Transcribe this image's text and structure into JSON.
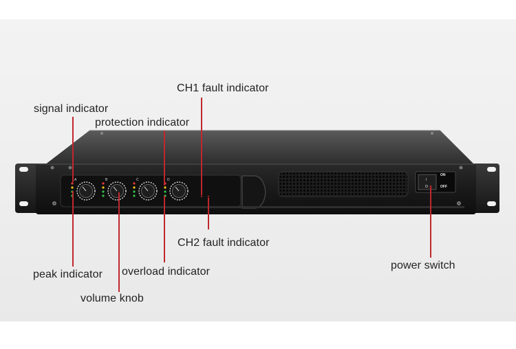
{
  "callouts": {
    "signal_indicator": "signal indicator",
    "protection_indicator": "protection indicator",
    "ch1_fault_indicator": "CH1 fault indicator",
    "ch2_fault_indicator": "CH2 fault indicator",
    "peak_indicator": "peak indicator",
    "overload_indicator": "overload indicator",
    "volume_knob": "volume knob",
    "power_switch": "power switch"
  },
  "panel": {
    "channels": [
      "A",
      "B",
      "C",
      "D"
    ],
    "power_on": "ON",
    "power_off": "OFF"
  },
  "colors": {
    "callout_line": "#c0272d",
    "led_red": "#e53935",
    "led_yellow": "#f5c518",
    "led_green": "#34c24a",
    "chassis": "#1b1b1b"
  }
}
